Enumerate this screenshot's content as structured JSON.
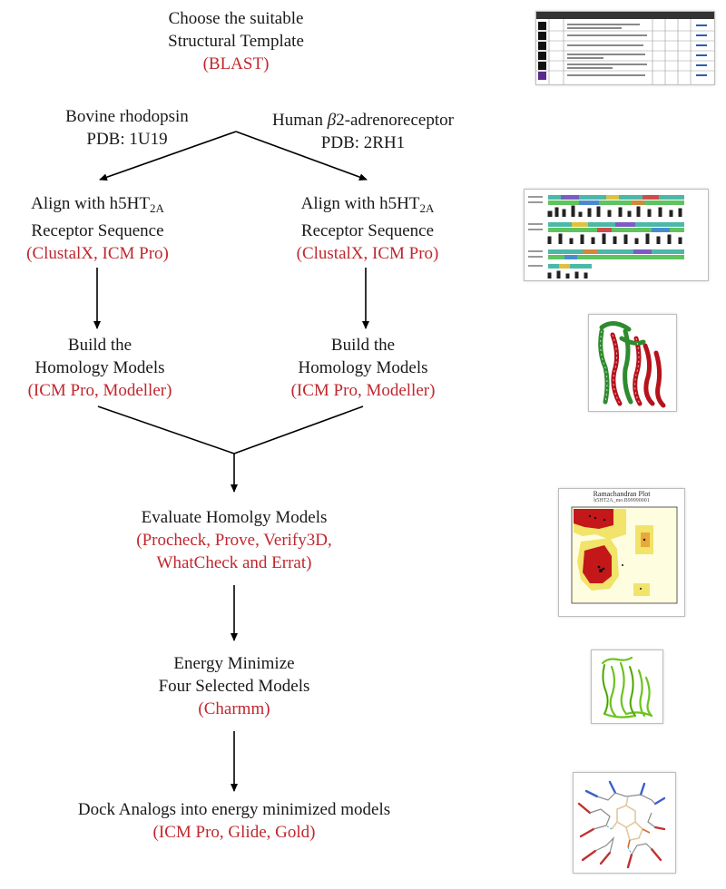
{
  "steps": {
    "template": {
      "line1": "Choose the suitable",
      "line2": "Structural Template",
      "tools": "(BLAST)"
    },
    "bovine": {
      "name": "Bovine rhodopsin",
      "pdb": "PDB: 1U19"
    },
    "human": {
      "name_pre": "Human ",
      "name_beta": "β",
      "name_post": "2-adrenoreceptor",
      "pdb": "PDB: 2RH1"
    },
    "align_left": {
      "line1_pre": "Align with h5HT",
      "line1_sub": "2A",
      "line2": "Receptor Sequence",
      "tools": "(ClustalX, ICM Pro)"
    },
    "align_right": {
      "line1_pre": "Align with h5HT",
      "line1_sub": "2A",
      "line2": "Receptor Sequence",
      "tools": "(ClustalX, ICM Pro)"
    },
    "build_left": {
      "line1": "Build the",
      "line2": "Homology Models",
      "tools": "(ICM Pro, Modeller)"
    },
    "build_right": {
      "line1": "Build the",
      "line2": "Homology Models",
      "tools": "(ICM Pro, Modeller)"
    },
    "evaluate": {
      "line1": "Evaluate Homolgy Models",
      "tools1": "(Procheck, Prove, Verify3D,",
      "tools2": "WhatCheck and Errat)"
    },
    "minimize": {
      "line1": "Energy Minimize",
      "line2": "Four Selected Models",
      "tools": "(Charmm)"
    },
    "dock": {
      "line1": "Dock Analogs into energy minimized models",
      "tools": "(ICM Pro, Glide, Gold)"
    }
  },
  "thumbnails": {
    "ramachandran": {
      "title": "Ramachandran Plot",
      "subtitle": "h5HT2A_mo.B99990001"
    }
  },
  "colors": {
    "text": "#1a1a1a",
    "tool": "#c0272d",
    "arrow": "#000000",
    "helix_red": "#b5121b",
    "helix_green": "#2e8b2e"
  }
}
